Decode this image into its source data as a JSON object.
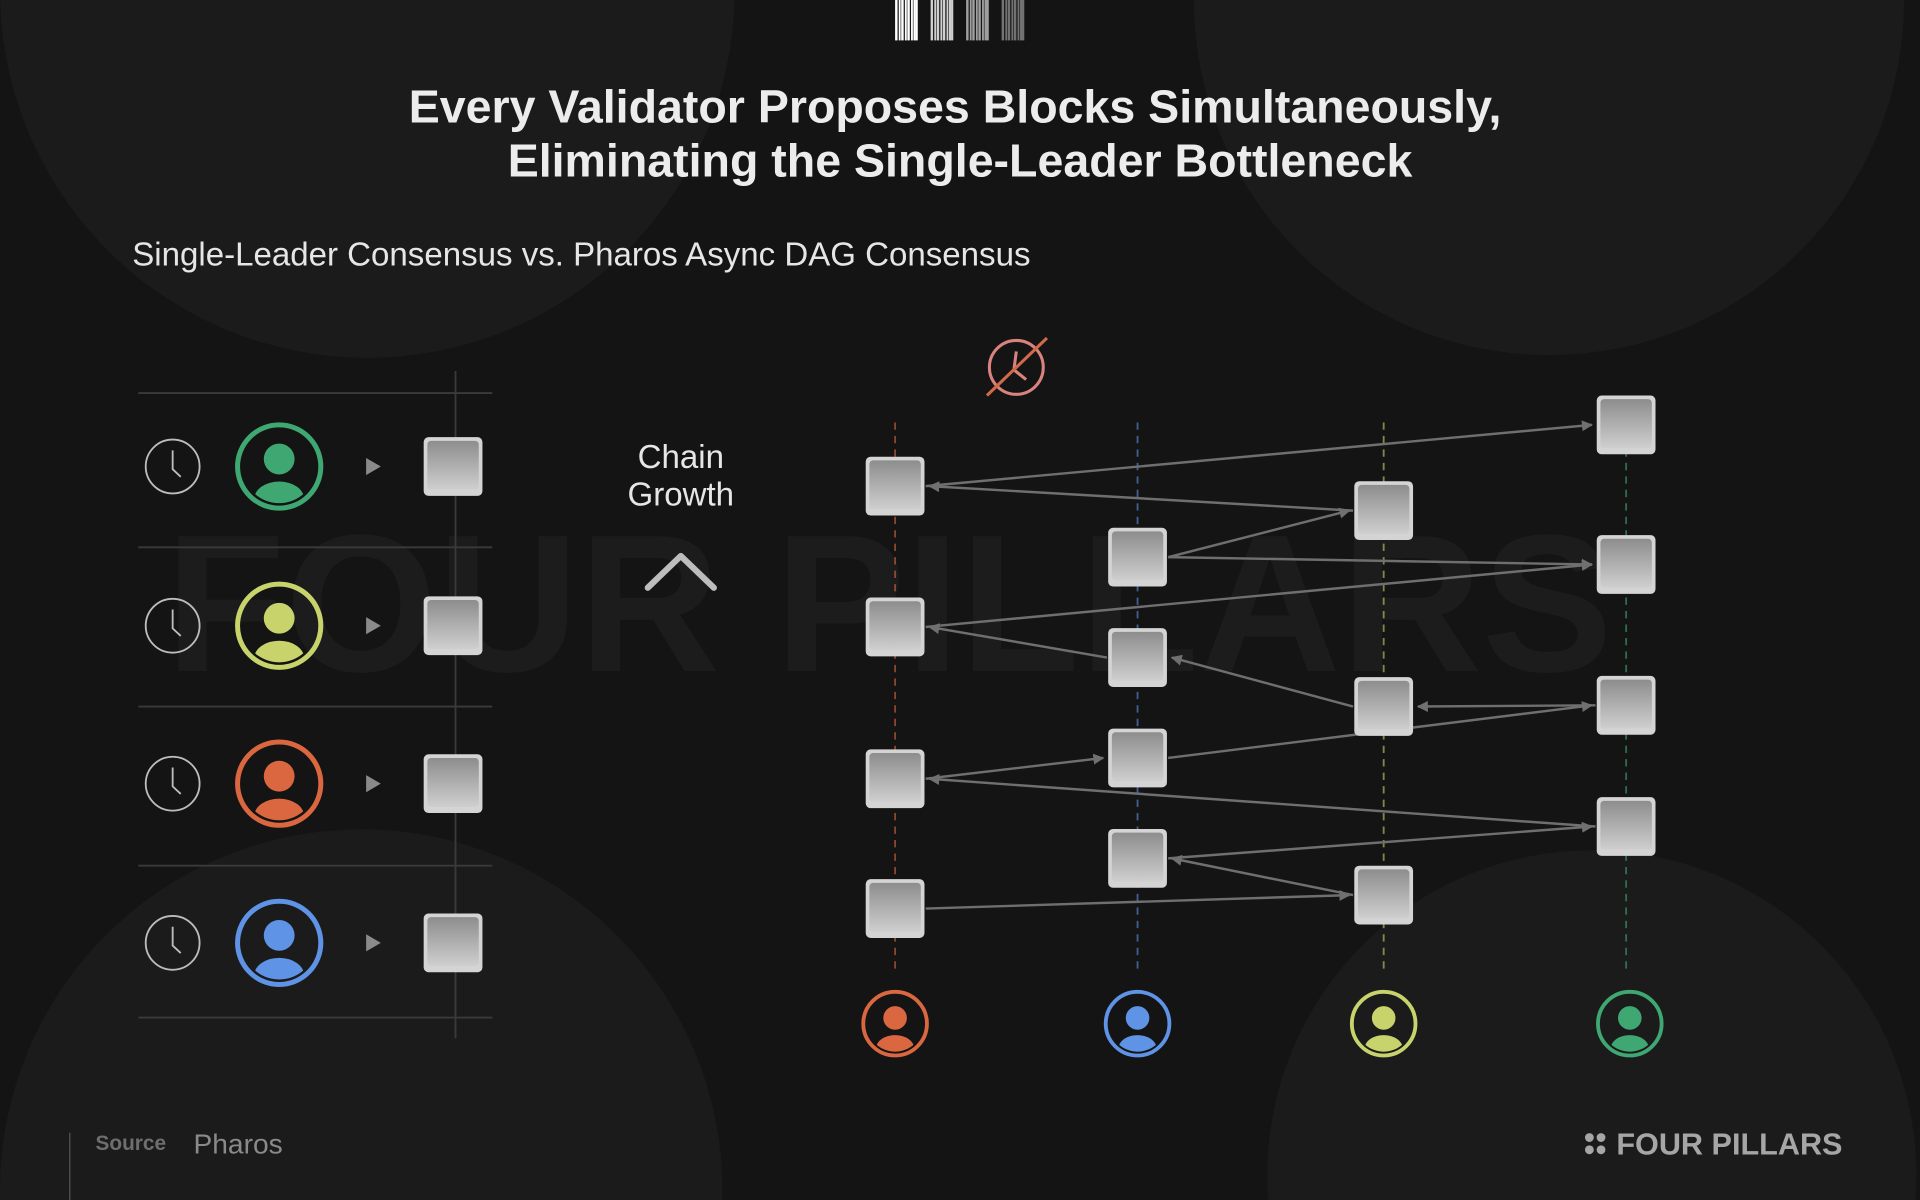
{
  "header": {
    "title_line1": "Every Validator Proposes Blocks Simultaneously,",
    "title_line2": "Eliminating the Single-Leader Bottleneck",
    "subtitle": "Single-Leader Consensus vs. Pharos Async DAG Consensus"
  },
  "watermark": "FOUR PILLARS",
  "chain_growth": {
    "line1": "Chain",
    "line2": "Growth"
  },
  "colors": {
    "background": "#141414",
    "green": "#3fa872",
    "yellow": "#c8d36c",
    "orange": "#da6740",
    "blue": "#5f93e6",
    "no_clock": "#d9837e",
    "edge": "#6f6f6f"
  },
  "single_leader": {
    "rows": [
      {
        "validator": "green",
        "icons": [
          "clock-icon",
          "user-icon",
          "play-icon",
          "block-icon"
        ]
      },
      {
        "validator": "yellow",
        "icons": [
          "clock-icon",
          "user-icon",
          "play-icon",
          "block-icon"
        ]
      },
      {
        "validator": "orange",
        "icons": [
          "clock-icon",
          "user-icon",
          "play-icon",
          "block-icon"
        ]
      },
      {
        "validator": "blue",
        "icons": [
          "clock-icon",
          "user-icon",
          "play-icon",
          "block-icon"
        ]
      }
    ]
  },
  "dag": {
    "top_icon": "no-clock-icon",
    "validators": [
      "orange",
      "blue",
      "yellow",
      "green"
    ],
    "blocks_per_validator": [
      4,
      4,
      3,
      4
    ],
    "edges": [
      [
        "v0b0",
        "v3b0"
      ],
      [
        "v2b0",
        "v0b0"
      ],
      [
        "v1b0",
        "v2b0"
      ],
      [
        "v1b0",
        "v3b1"
      ],
      [
        "v0b1",
        "v3b1"
      ],
      [
        "v1b1",
        "v0b1"
      ],
      [
        "v2b1",
        "v1b1"
      ],
      [
        "v3b2",
        "v2b1"
      ],
      [
        "v1b2",
        "v3b2"
      ],
      [
        "v0b2",
        "v1b2"
      ],
      [
        "v3b3",
        "v0b2"
      ],
      [
        "v1b3",
        "v3b3"
      ],
      [
        "v2b2",
        "v1b3"
      ],
      [
        "v0b3",
        "v2b2"
      ]
    ]
  },
  "footer": {
    "source_label": "Source",
    "source_value": "Pharos",
    "logo_text": "FOUR PILLARS"
  }
}
